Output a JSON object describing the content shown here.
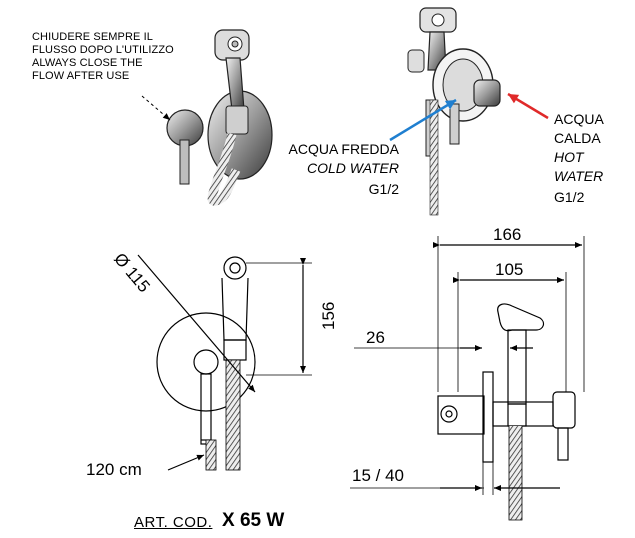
{
  "note": {
    "lines": [
      "CHIUDERE SEMPRE IL",
      "FLUSSO DOPO L'UTILIZZO",
      "ALWAYS CLOSE THE",
      "FLOW AFTER  USE"
    ]
  },
  "connections": {
    "cold": {
      "it": "ACQUA FREDDA",
      "en": "COLD WATER",
      "size": "G1/2",
      "arrow_color": "#1f7fd0"
    },
    "hot": {
      "it_line1": "ACQUA",
      "it_line2": "CALDA",
      "en_line1": "HOT",
      "en_line2": "WATER",
      "size": "G1/2",
      "arrow_color": "#e02a2a"
    }
  },
  "dimensions": {
    "diameter": "Ø 115",
    "height": "156",
    "hose": "120 cm",
    "overall_depth": "166",
    "handshower_depth": "105",
    "plate_offset": "26",
    "adjust_range": "15 / 40"
  },
  "article": {
    "label": "ART. COD.",
    "code": "X 65 W"
  },
  "icons": [
    "handshower-icon",
    "mixer-valve-icon",
    "wall-plate-icon",
    "hose-icon"
  ]
}
